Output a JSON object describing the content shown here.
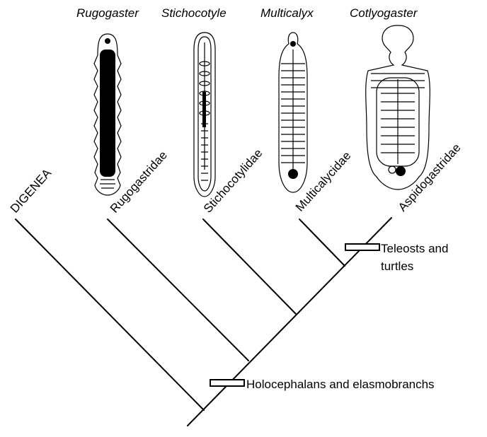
{
  "genera": [
    {
      "name": "Rugogaster"
    },
    {
      "name": "Stichocotyle"
    },
    {
      "name": "Multicalyx"
    },
    {
      "name": "Cotlyogaster"
    }
  ],
  "taxa": [
    "DIGENEA",
    "Rugogastridae",
    "Stichocotylidae",
    "Multicalycidae",
    "Aspidogastridae"
  ],
  "annotations": {
    "teleosts_line1": "Teleosts and",
    "teleosts_line2": "turtles",
    "holocephalans": "Holocephalans and elasmobranchs"
  }
}
